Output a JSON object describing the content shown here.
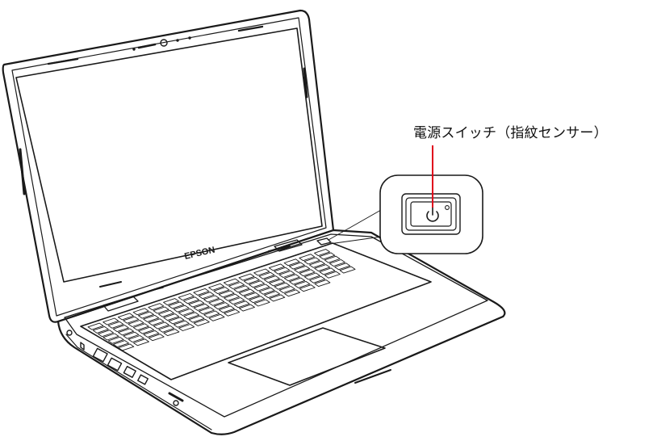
{
  "brand": {
    "logo_text": "EPSON"
  },
  "callout": {
    "label": "電源スイッチ（指紋センサー）",
    "line_color": "#e0001b"
  },
  "power_button": {
    "icon": "power-icon",
    "indicator": "led-dot"
  }
}
